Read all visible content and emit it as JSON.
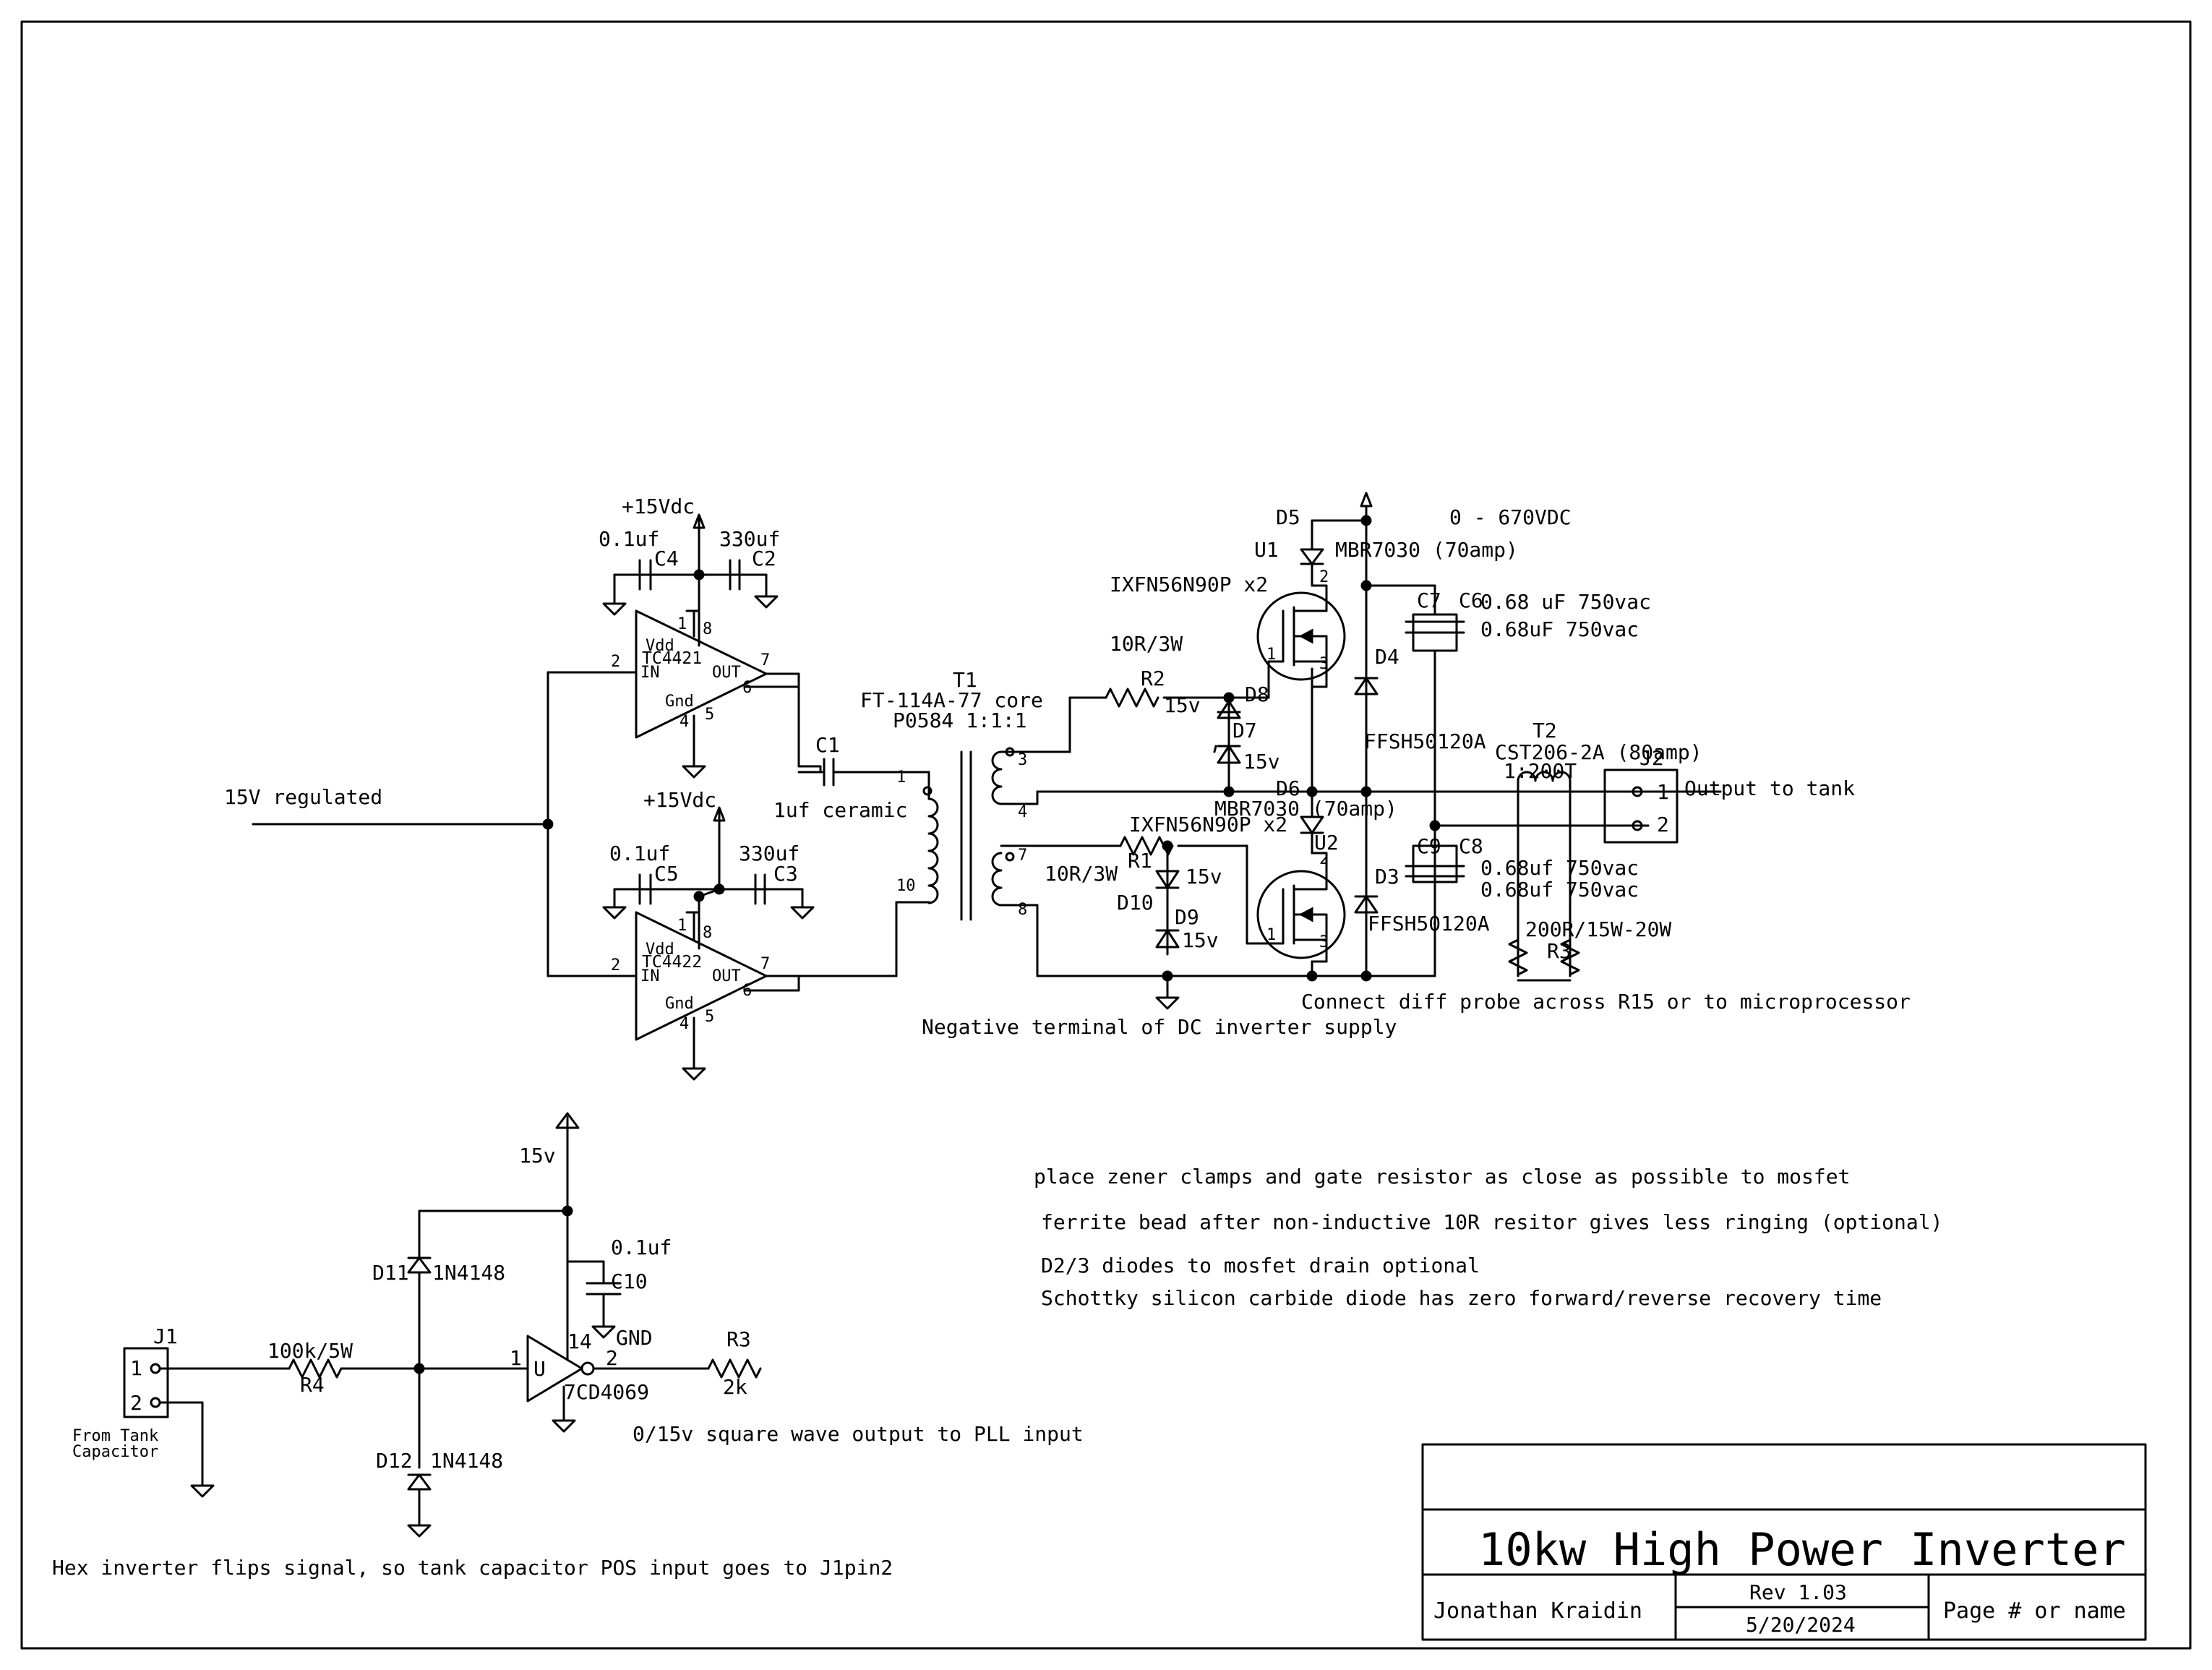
{
  "labels": {
    "supply_in": "15V regulated",
    "v15dc_top": "+15Vdc",
    "v15dc_bot": "+15Vdc",
    "c4_val": "0.1uf",
    "c4_ref": "C4",
    "c2_val": "330uf",
    "c2_ref": "C2",
    "c5_val": "0.1uf",
    "c5_ref": "C5",
    "c3_val": "330uf",
    "c3_ref": "C3",
    "u_top": "TC4421",
    "u_bot": "TC4422",
    "c1_ref": "C1",
    "c1_val": "1uf ceramic",
    "t1_ref": "T1",
    "t1_core": "FT-114A-77 core",
    "t1_part": "P0584 1:1:1",
    "r2_val": "10R/3W",
    "r2_ref": "R2",
    "r1_val": "10R/3W",
    "r1_ref": "R1",
    "d8_ref": "D8",
    "d8_val": "15v",
    "d7_ref": "D7",
    "d7_val": "15v",
    "d10_ref": "D10",
    "d10_val": "15v",
    "d9_ref": "D9",
    "d9_val": "15v",
    "u1_ref": "U1",
    "u1_part": "IXFN56N90P x2",
    "u2_ref": "U2",
    "u2_part": "IXFN56N90P x2",
    "d5_ref": "D5",
    "d5_val": "MBR7030 (70amp)",
    "d6_ref": "D6",
    "d6_val": "MBR7030 (70amp)",
    "d4_ref": "D4",
    "d4_val": "FFSH50120A",
    "d3_ref": "D3",
    "d3_val": "FFSH50120A",
    "vdc": "0 - 670VDC",
    "c7_ref": "C7",
    "c6_ref": "C6",
    "c7_val": "0.68 uF 750vac",
    "c6_val": "0.68uF 750vac",
    "c9_ref": "C9",
    "c8_ref": "C8",
    "c9_val": "0.68uf 750vac",
    "c8_val": "0.68uf 750vac",
    "t2_ref": "T2",
    "t2_part": "CST206-2A (80amp)",
    "t2_ratio": "1:200T",
    "j2_ref": "J2",
    "j2_label": "Output to tank",
    "r3_val": "200R/15W-20W",
    "r3_ref": "R3",
    "note_diff": "Connect diff probe across R15 or to microprocessor",
    "note_neg": "Negative terminal of DC inverter supply",
    "v15": "15v",
    "c10_val": "0.1uf",
    "c10_ref": "C10",
    "gnd": "GND",
    "d11_ref": "D11",
    "d11_val": "1N4148",
    "d12_ref": "D12",
    "d12_val": "1N4148",
    "r4_val": "100k/5W",
    "r4_ref": "R4",
    "j1_ref": "J1",
    "j1_desc1": "From Tank",
    "j1_desc2": "Capacitor",
    "u_ref": "U",
    "cd_part": "7CD4069",
    "r3b_ref": "R3",
    "r3b_val": "2k",
    "note_square": "0/15v square wave output to PLL input",
    "note_hex": "Hex inverter flips signal, so tank capacitor POS input goes to J1pin2",
    "note1": "place zener clamps and gate resistor as close as possible to mosfet",
    "note2": "ferrite bead after non-inductive 10R resitor gives less ringing (optional)",
    "note3": "D2/3 diodes to mosfet drain optional",
    "note4": "Schottky silicon carbide diode has zero forward/reverse recovery time"
  },
  "pins": {
    "vdd": "Vdd",
    "gnd": "Gnd",
    "in": "IN",
    "out": "OUT",
    "p1": "1",
    "p2": "2",
    "p3": "3",
    "p4": "4",
    "p5": "5",
    "p6": "6",
    "p7": "7",
    "p8": "8",
    "p10": "10",
    "p14": "14"
  },
  "title_block": {
    "title": "10kw High Power Inverter",
    "author": "Jonathan Kraidin",
    "rev": "Rev 1.03",
    "date": "5/20/2024",
    "page": "Page # or name"
  }
}
